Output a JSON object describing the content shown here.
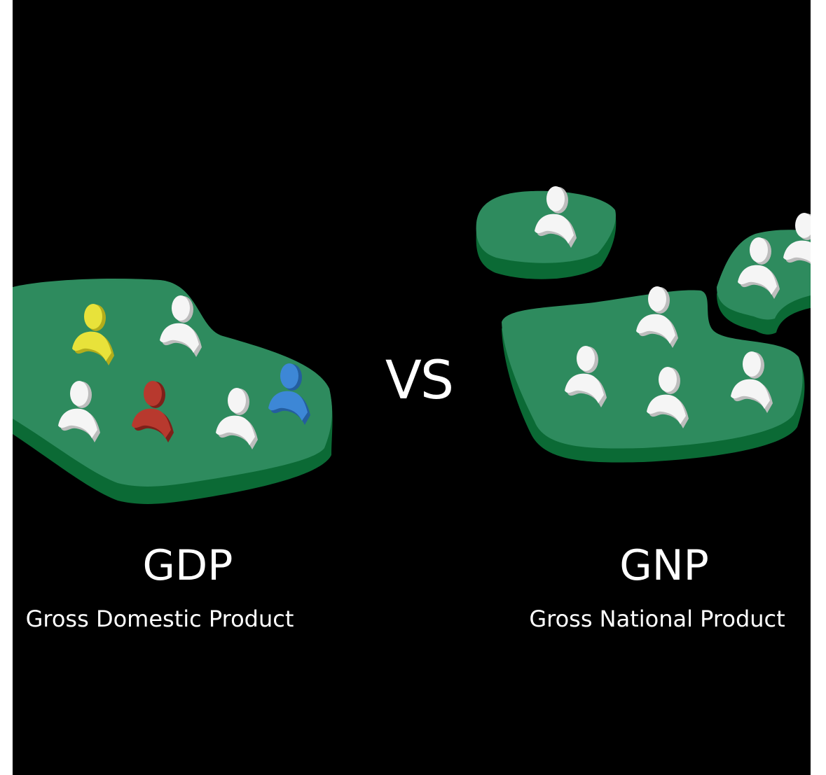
{
  "versus": "VS",
  "left": {
    "abbreviation": "GDP",
    "full_name": "Gross Domestic Product",
    "people_colors": [
      "yellow",
      "white",
      "white",
      "red",
      "white",
      "blue"
    ]
  },
  "right": {
    "abbreviation": "GNP",
    "full_name": "Gross National Product",
    "people_colors": [
      "white",
      "white",
      "white",
      "white",
      "white",
      "white",
      "white",
      "white"
    ]
  },
  "colors": {
    "background": "#000000",
    "island_top": "#2e8b5e",
    "island_side": "#0b6a35",
    "person_white": "#f5f5f5",
    "person_yellow": "#e8e23a",
    "person_red": "#b8392e",
    "person_blue": "#3d87d6",
    "text": "#ffffff"
  }
}
